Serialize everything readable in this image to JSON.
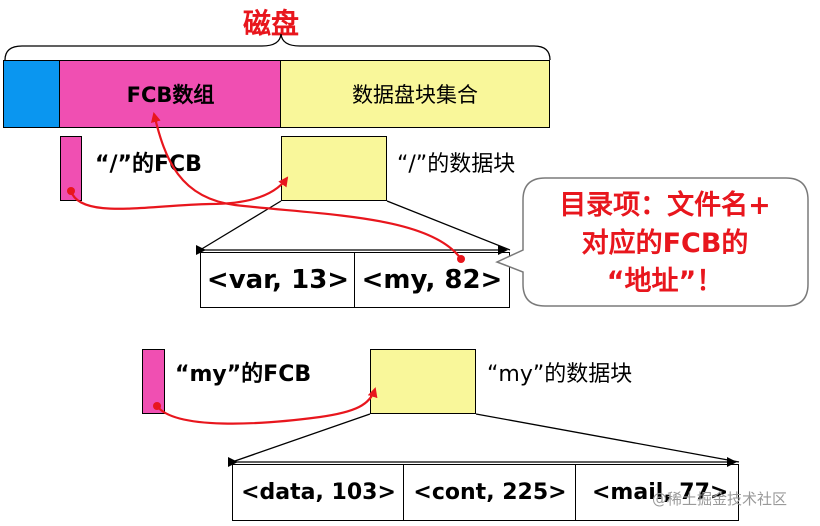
{
  "title": "磁盘",
  "disk": {
    "fcb_array_label": "FCB数组",
    "data_blocks_label": "数据盘块集合"
  },
  "root": {
    "fcb_label": "“/”的FCB",
    "data_block_label": "“/”的数据块",
    "entries": [
      "<var, 13>",
      "<my, 82>"
    ]
  },
  "my": {
    "fcb_label": "“my”的FCB",
    "data_block_label": "“my”的数据块",
    "entries": [
      "<data, 103>",
      "<cont, 225>",
      "<mail, 77>"
    ]
  },
  "callout": {
    "line1": "目录项：文件名+",
    "line2": "对应的FCB的",
    "line3": "“地址”！"
  },
  "watermark": "@稀土掘金技术社区",
  "colors": {
    "title": "#e8161d",
    "fcb_pink": "#f04fb2",
    "data_yellow": "#f9f79a",
    "header_blue": "#0a96f0",
    "arrow_red": "#e8161d"
  }
}
